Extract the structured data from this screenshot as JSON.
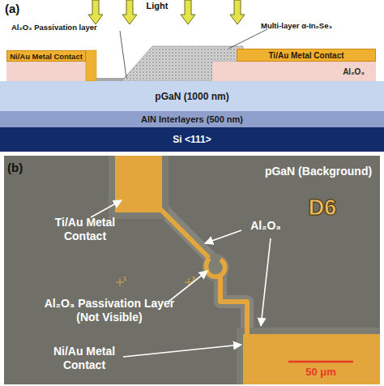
{
  "diagram": {
    "nodes": [
      {
        "text": [
          "Ni/Au Metal Contact"
        ]
      },
      {
        "text": [
          "Ti/Au Metal Contact"
        ]
      },
      {
        "text": [
          "Al₂O₃"
        ]
      },
      {
        "text": [
          "pGaN (1000 nm)"
        ]
      },
      {
        "text": [
          "AlN Interlayers (500 nm)"
        ]
      },
      {
        "text": [
          "Si <111>"
        ]
      }
    ],
    "labels": [
      "(a)",
      "Light",
      "Al₂O₃ Passivation layer",
      "Multi-layer α-In₂Se₃",
      "(b)",
      "pGaN (Background)",
      "Ti/Au Metal Contact",
      "Al₂O₃",
      "D6",
      "Al₂O₃ Passivation Layer (Not Visible)",
      "Ni/Au Metal Contact",
      "50 μm",
      "1",
      "3"
    ]
  }
}
